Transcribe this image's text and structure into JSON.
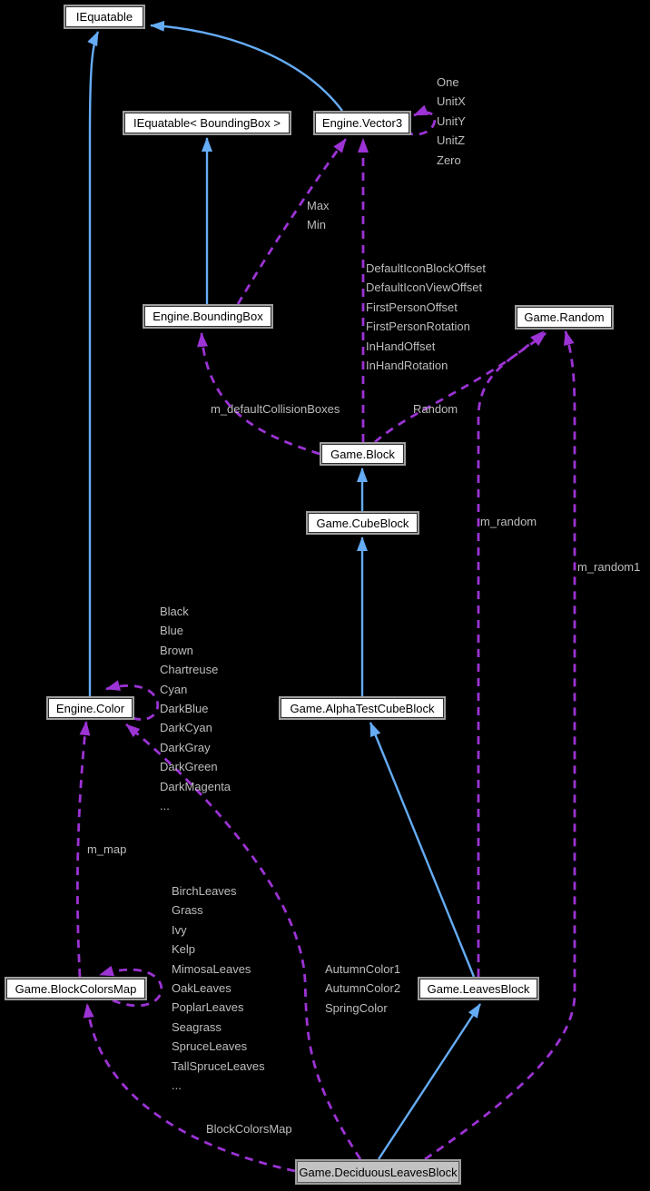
{
  "diagram": {
    "background": "#000000",
    "inheritance_arrow_color": "#66ACF5",
    "usage_arrow_color": "#9C33D4",
    "edge_label_color": "#BDBDBD",
    "highlighted_node_fill": "#C2C2C2"
  },
  "nodes": {
    "iequatable": {
      "label": "IEquatable"
    },
    "iequatable_boundingbox": {
      "label": "IEquatable< BoundingBox >"
    },
    "engine_vector3": {
      "label": "Engine.Vector3"
    },
    "engine_boundingbox": {
      "label": "Engine.BoundingBox"
    },
    "game_random": {
      "label": "Game.Random"
    },
    "game_block": {
      "label": "Game.Block"
    },
    "game_cubeblock": {
      "label": "Game.CubeBlock"
    },
    "engine_color": {
      "label": "Engine.Color"
    },
    "game_alphatestcubeblock": {
      "label": "Game.AlphaTestCubeBlock"
    },
    "game_blockcolorsmap": {
      "label": "Game.BlockColorsMap"
    },
    "game_leavesblock": {
      "label": "Game.LeavesBlock"
    },
    "game_deciduousleavesblock": {
      "label": "Game.DeciduousLeavesBlock"
    }
  },
  "edge_labels": {
    "vector3_self": [
      "One",
      "UnitX",
      "UnitY",
      "UnitZ",
      "Zero"
    ],
    "boundingbox_to_vector3": [
      "Max",
      "Min"
    ],
    "block_to_vector3": [
      "DefaultIconBlockOffset",
      "DefaultIconViewOffset",
      "FirstPersonOffset",
      "FirstPersonRotation",
      "InHandOffset",
      "InHandRotation"
    ],
    "block_to_boundingbox": "m_defaultCollisionBoxes",
    "block_to_random": "Random",
    "leavesblock_to_random": "m_random",
    "deciduous_to_random": "m_random1",
    "color_self": [
      "Black",
      "Blue",
      "Brown",
      "Chartreuse",
      "Cyan",
      "DarkBlue",
      "DarkCyan",
      "DarkGray",
      "DarkGreen",
      "DarkMagenta",
      "..."
    ],
    "blockcolorsmap_to_color": "m_map",
    "blockcolorsmap_self": [
      "BirchLeaves",
      "Grass",
      "Ivy",
      "Kelp",
      "MimosaLeaves",
      "OakLeaves",
      "PoplarLeaves",
      "Seagrass",
      "SpruceLeaves",
      "TallSpruceLeaves",
      "..."
    ],
    "deciduous_to_color": [
      "AutumnColor1",
      "AutumnColor2",
      "SpringColor"
    ],
    "deciduous_to_blockcolorsmap": "BlockColorsMap"
  }
}
